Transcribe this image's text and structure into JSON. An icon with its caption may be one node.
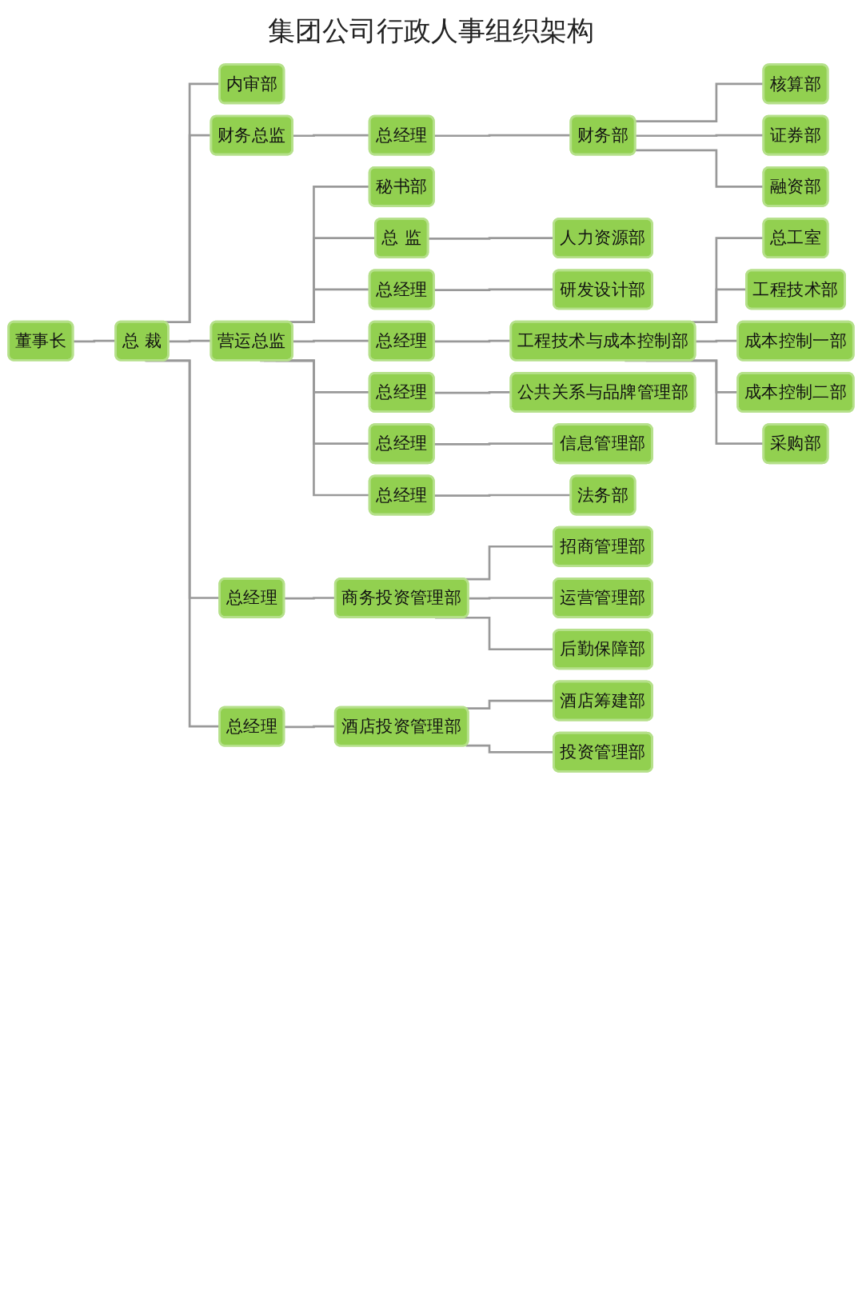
{
  "diagram": {
    "title": "集团公司行政人事组织架构",
    "nodes": [
      {
        "text": [
          "董事长"
        ]
      },
      {
        "text": [
          "总 裁"
        ]
      },
      {
        "text": [
          "内审部"
        ]
      },
      {
        "text": [
          "财务总监"
        ]
      },
      {
        "text": [
          "营运总监"
        ]
      },
      {
        "text": [
          "总经理"
        ]
      },
      {
        "text": [
          "财务部"
        ]
      },
      {
        "text": [
          "核算部"
        ]
      },
      {
        "text": [
          "证券部"
        ]
      },
      {
        "text": [
          "融资部"
        ]
      },
      {
        "text": [
          "秘书部"
        ]
      },
      {
        "text": [
          "总 监"
        ]
      },
      {
        "text": [
          "人力资源部"
        ]
      },
      {
        "text": [
          "总经理"
        ]
      },
      {
        "text": [
          "研发设计部"
        ]
      },
      {
        "text": [
          "总经理"
        ]
      },
      {
        "text": [
          "工程技术与成本控制部"
        ]
      },
      {
        "text": [
          "总工室"
        ]
      },
      {
        "text": [
          "工程技术部"
        ]
      },
      {
        "text": [
          "成本控制一部"
        ]
      },
      {
        "text": [
          "成本控制二部"
        ]
      },
      {
        "text": [
          "采购部"
        ]
      },
      {
        "text": [
          "总经理"
        ]
      },
      {
        "text": [
          "公共关系与品牌管理部"
        ]
      },
      {
        "text": [
          "总经理"
        ]
      },
      {
        "text": [
          "信息管理部"
        ]
      },
      {
        "text": [
          "总经理"
        ]
      },
      {
        "text": [
          "法务部"
        ]
      },
      {
        "text": [
          "总经理"
        ]
      },
      {
        "text": [
          "商务投资管理部"
        ]
      },
      {
        "text": [
          "招商管理部"
        ]
      },
      {
        "text": [
          "运营管理部"
        ]
      },
      {
        "text": [
          "后勤保障部"
        ]
      },
      {
        "text": [
          "总经理"
        ]
      },
      {
        "text": [
          "酒店投资管理部"
        ]
      },
      {
        "text": [
          "酒店筹建部"
        ]
      },
      {
        "text": [
          "投资管理部"
        ]
      }
    ],
    "edges": [
      {
        "from": 0,
        "to": 1,
        "arrow": "none"
      },
      {
        "from": 1,
        "to": 2,
        "arrow": "none"
      },
      {
        "from": 1,
        "to": 3,
        "arrow": "none"
      },
      {
        "from": 1,
        "to": 4,
        "arrow": "none"
      },
      {
        "from": 1,
        "to": 28,
        "arrow": "none"
      },
      {
        "from": 1,
        "to": 33,
        "arrow": "none"
      },
      {
        "from": 3,
        "to": 5,
        "arrow": "none"
      },
      {
        "from": 5,
        "to": 6,
        "arrow": "none"
      },
      {
        "from": 6,
        "to": 7,
        "arrow": "none"
      },
      {
        "from": 6,
        "to": 8,
        "arrow": "none"
      },
      {
        "from": 6,
        "to": 9,
        "arrow": "none"
      },
      {
        "from": 4,
        "to": 10,
        "arrow": "none"
      },
      {
        "from": 4,
        "to": 11,
        "arrow": "none"
      },
      {
        "from": 4,
        "to": 13,
        "arrow": "none"
      },
      {
        "from": 4,
        "to": 15,
        "arrow": "none"
      },
      {
        "from": 4,
        "to": 22,
        "arrow": "none"
      },
      {
        "from": 4,
        "to": 24,
        "arrow": "none"
      },
      {
        "from": 4,
        "to": 26,
        "arrow": "none"
      },
      {
        "from": 11,
        "to": 12,
        "arrow": "none"
      },
      {
        "from": 13,
        "to": 14,
        "arrow": "none"
      },
      {
        "from": 15,
        "to": 16,
        "arrow": "none"
      },
      {
        "from": 16,
        "to": 17,
        "arrow": "none"
      },
      {
        "from": 16,
        "to": 18,
        "arrow": "none"
      },
      {
        "from": 16,
        "to": 19,
        "arrow": "none"
      },
      {
        "from": 16,
        "to": 20,
        "arrow": "none"
      },
      {
        "from": 16,
        "to": 21,
        "arrow": "none"
      },
      {
        "from": 22,
        "to": 23,
        "arrow": "none"
      },
      {
        "from": 24,
        "to": 25,
        "arrow": "none"
      },
      {
        "from": 26,
        "to": 27,
        "arrow": "none"
      },
      {
        "from": 28,
        "to": 29,
        "arrow": "none"
      },
      {
        "from": 29,
        "to": 30,
        "arrow": "none"
      },
      {
        "from": 29,
        "to": 31,
        "arrow": "none"
      },
      {
        "from": 29,
        "to": 32,
        "arrow": "none"
      },
      {
        "from": 33,
        "to": 34,
        "arrow": "none"
      },
      {
        "from": 34,
        "to": 35,
        "arrow": "none"
      },
      {
        "from": 34,
        "to": 36,
        "arrow": "none"
      }
    ]
  }
}
